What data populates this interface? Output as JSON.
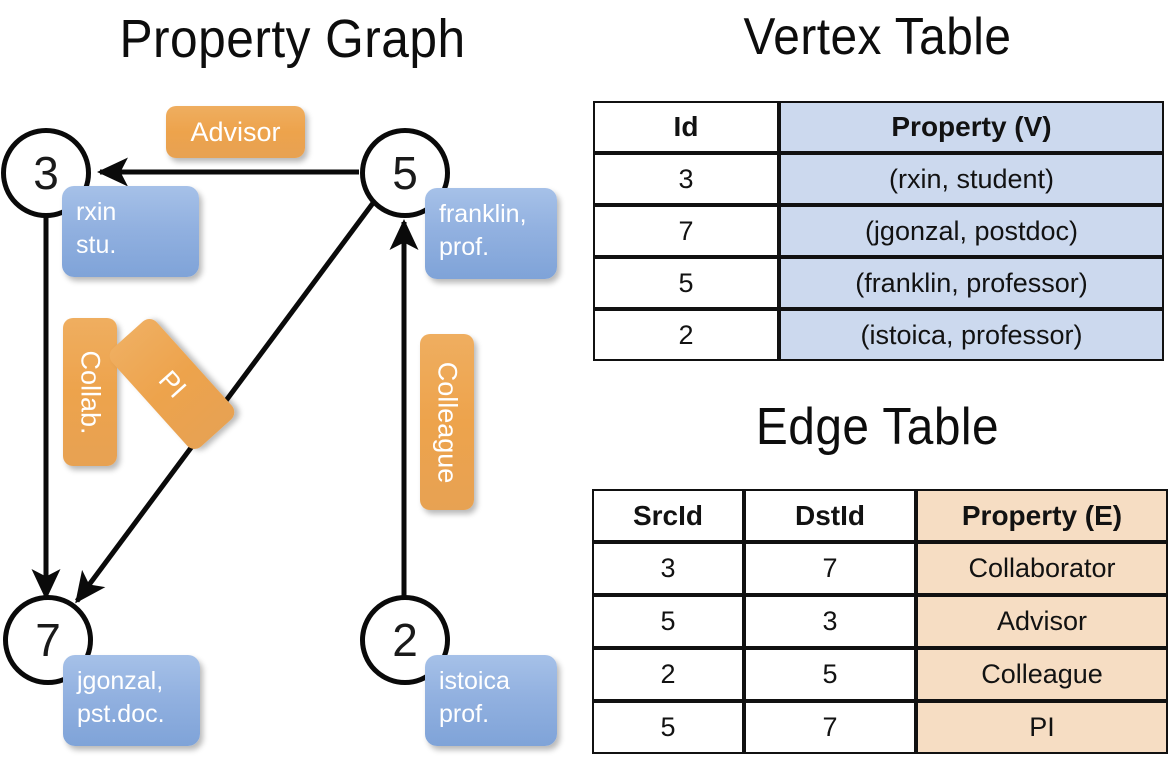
{
  "headings": {
    "property_graph": "Property Graph",
    "vertex_table": "Vertex Table",
    "edge_table": "Edge Table"
  },
  "graph": {
    "nodes": [
      {
        "id": "3",
        "property_lines": [
          "rxin",
          "stu."
        ]
      },
      {
        "id": "5",
        "property_lines": [
          "franklin,",
          "prof."
        ]
      },
      {
        "id": "7",
        "property_lines": [
          "jgonzal,",
          "pst.doc."
        ]
      },
      {
        "id": "2",
        "property_lines": [
          "istoica",
          "prof."
        ]
      }
    ],
    "edge_labels": [
      {
        "text": "Advisor",
        "orientation": "horizontal"
      },
      {
        "text": "Collab.",
        "orientation": "vertical"
      },
      {
        "text": "PI",
        "orientation": "diagonal"
      },
      {
        "text": "Colleague",
        "orientation": "vertical"
      }
    ],
    "edges": [
      {
        "from": "5",
        "to": "3",
        "label": "Advisor"
      },
      {
        "from": "3",
        "to": "7",
        "label": "Collab."
      },
      {
        "from": "5",
        "to": "7",
        "label": "PI"
      },
      {
        "from": "2",
        "to": "5",
        "label": "Colleague"
      }
    ]
  },
  "vertex_table": {
    "columns": [
      "Id",
      "Property (V)"
    ],
    "rows": [
      {
        "id": "3",
        "property": "(rxin, student)"
      },
      {
        "id": "7",
        "property": "(jgonzal, postdoc)"
      },
      {
        "id": "5",
        "property": "(franklin, professor)"
      },
      {
        "id": "2",
        "property": "(istoica, professor)"
      }
    ]
  },
  "edge_table": {
    "columns": [
      "SrcId",
      "DstId",
      "Property (E)"
    ],
    "rows": [
      {
        "src": "3",
        "dst": "7",
        "property": "Collaborator"
      },
      {
        "src": "5",
        "dst": "3",
        "property": "Advisor"
      },
      {
        "src": "2",
        "dst": "5",
        "property": "Colleague"
      },
      {
        "src": "5",
        "dst": "7",
        "property": "PI"
      }
    ]
  },
  "colors": {
    "vertex_property_fill": "#ccd9ee",
    "edge_property_fill": "#f6ddc3",
    "node_box_blue": "#92b1e0",
    "edge_label_orange": "#eda34c",
    "stroke": "#111111",
    "background": "#ffffff"
  }
}
